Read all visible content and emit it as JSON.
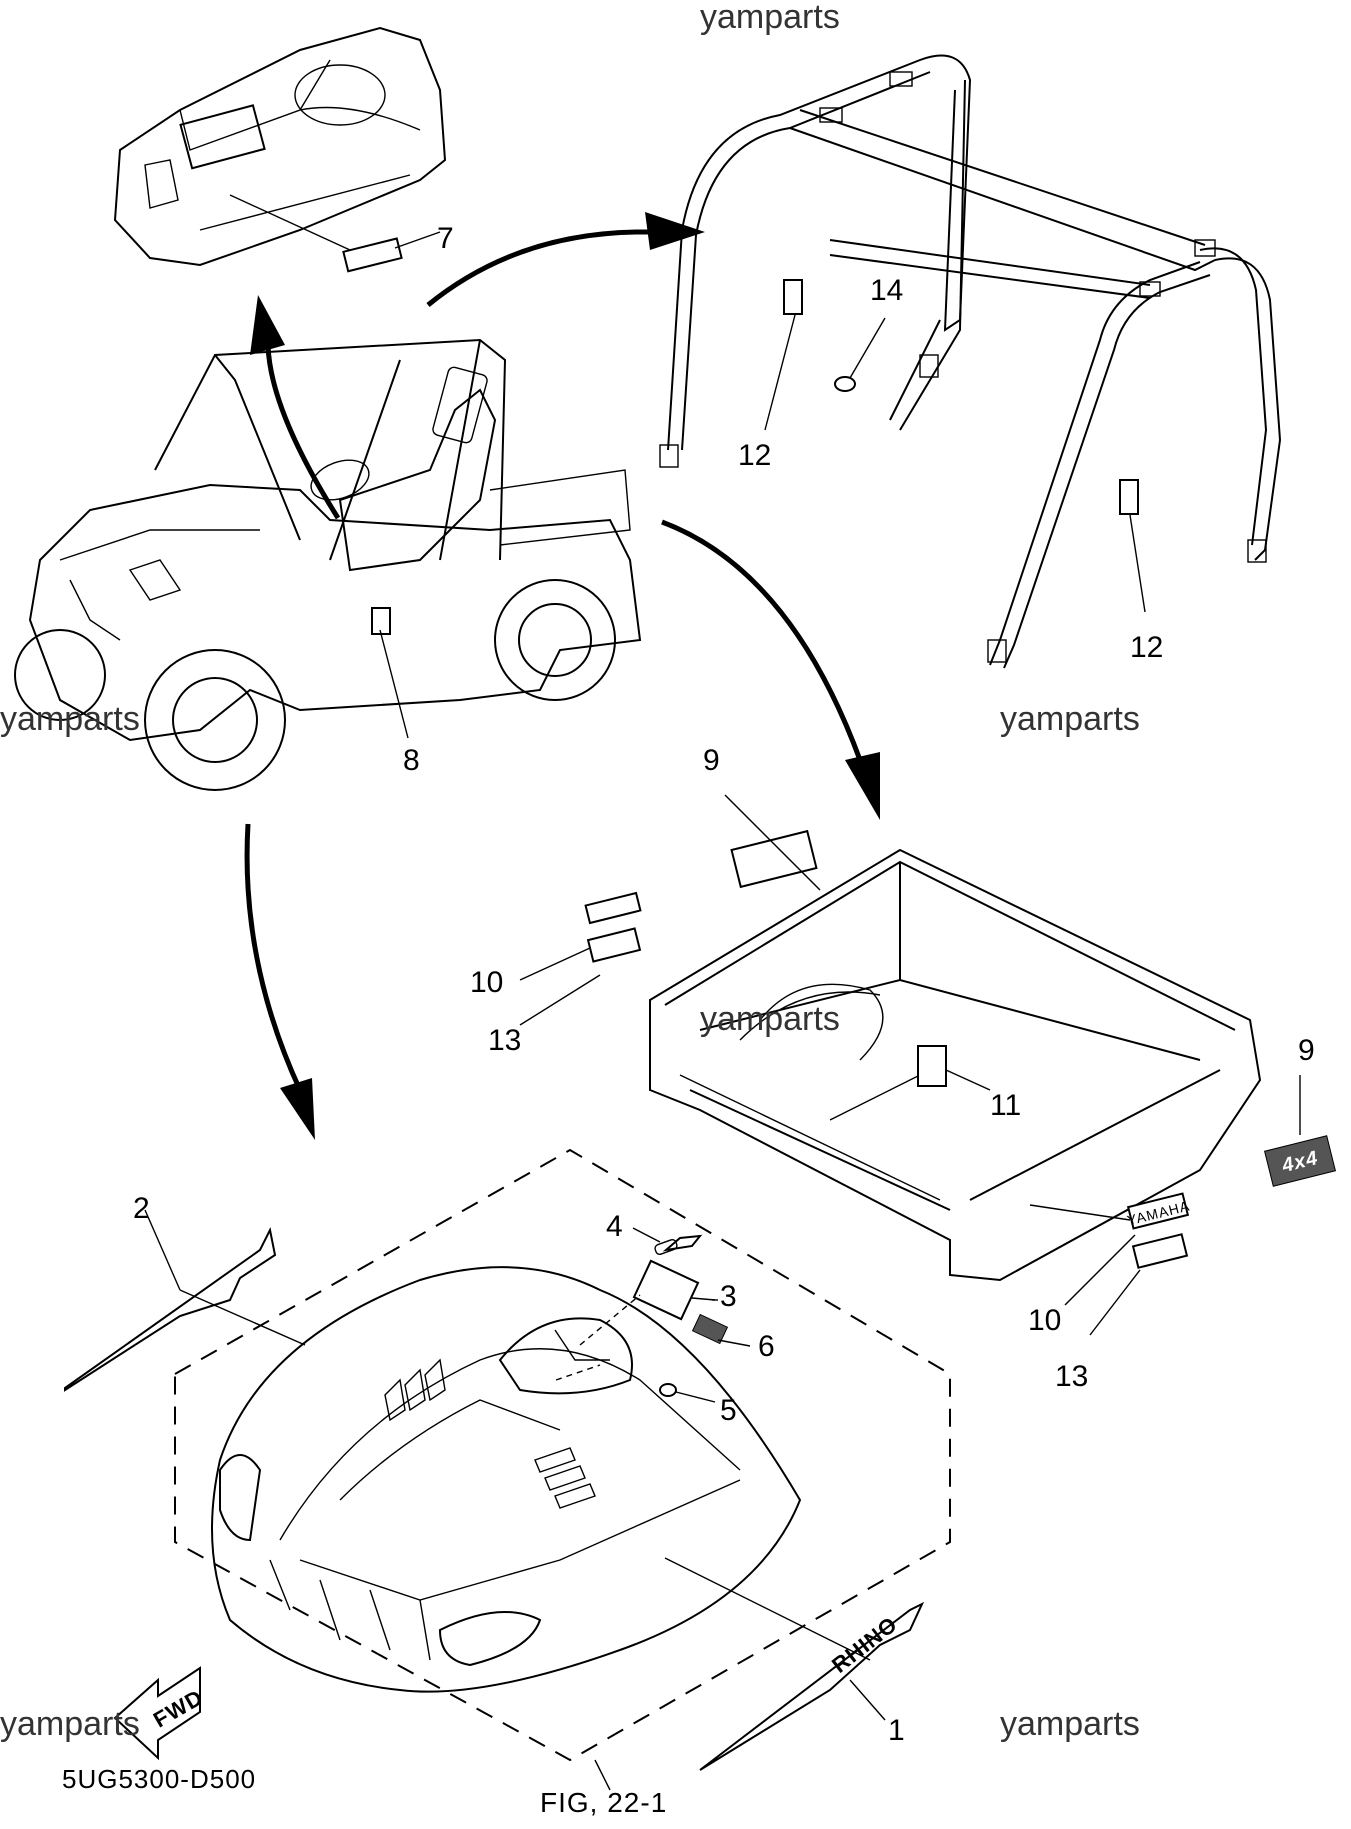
{
  "watermarks": [
    "yamparts",
    "yamparts",
    "yamparts",
    "yamparts",
    "yamparts",
    "yamparts"
  ],
  "callouts": {
    "c1": "1",
    "c2": "2",
    "c3": "3",
    "c4": "4",
    "c5": "5",
    "c6": "6",
    "c7": "7",
    "c8": "8",
    "c9a": "9",
    "c9b": "9",
    "c10a": "10",
    "c10b": "10",
    "c11": "11",
    "c12a": "12",
    "c12b": "12",
    "c13a": "13",
    "c13b": "13",
    "c14": "14"
  },
  "decals": {
    "fwd": "FWD",
    "rhino": "RHINO",
    "yamaha": "YAMAHA",
    "fourbyfour": "4x4"
  },
  "footer": {
    "part_code": "5UG5300-D500",
    "figure_ref": "FIG, 22-1"
  }
}
